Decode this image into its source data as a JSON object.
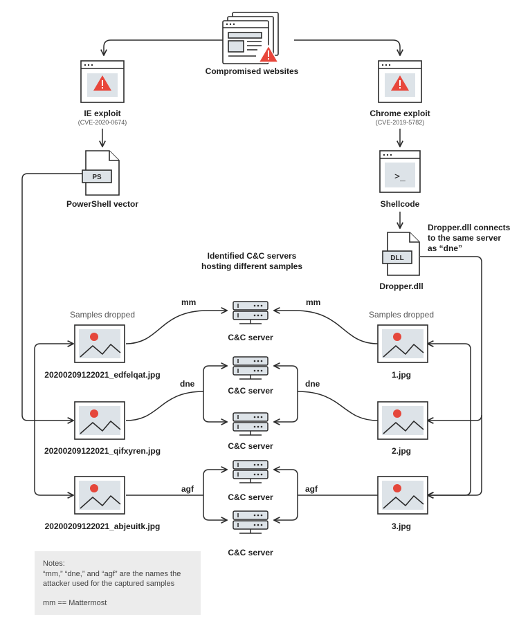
{
  "top": {
    "label": "Compromised websites"
  },
  "ie": {
    "label": "IE exploit",
    "cve": "(CVE-2020-0674)"
  },
  "chrome": {
    "label": "Chrome exploit",
    "cve": "(CVE-2019-5782)"
  },
  "powershell": {
    "label": "PowerShell vector",
    "tag": "PS"
  },
  "shellcode": {
    "label": "Shellcode",
    "prompt": ">_"
  },
  "dropper": {
    "label": "Dropper.dll",
    "tag": "DLL",
    "note": [
      "Dropper.dll connects",
      "to the same server",
      "as “dne”"
    ]
  },
  "center_title": [
    "Identified C&C servers",
    "hosting different samples"
  ],
  "left": {
    "heading": "Samples dropped",
    "files": [
      "20200209122021_edfelqat.jpg",
      "20200209122021_qifxyren.jpg",
      "20200209122021_abjeuitk.jpg"
    ]
  },
  "right": {
    "heading": "Samples dropped",
    "files": [
      "1.jpg",
      "2.jpg",
      "3.jpg"
    ]
  },
  "server_label": "C&C server",
  "edge_labels": {
    "mm_left": "mm",
    "mm_right": "mm",
    "dne_left": "dne",
    "dne_right": "dne",
    "agf_left": "agf",
    "agf_right": "agf"
  },
  "notes": {
    "title": "Notes:",
    "lines": [
      "“mm,” “dne,” and “agf” are the names the",
      "attacker used for the captured samples"
    ],
    "footer": "mm == Mattermost"
  },
  "colors": {
    "stroke": "#2b2b2b",
    "panel": "#dde3e8",
    "warning": "#e8463b",
    "sun": "#e5473b",
    "note_bg": "#ececec"
  }
}
